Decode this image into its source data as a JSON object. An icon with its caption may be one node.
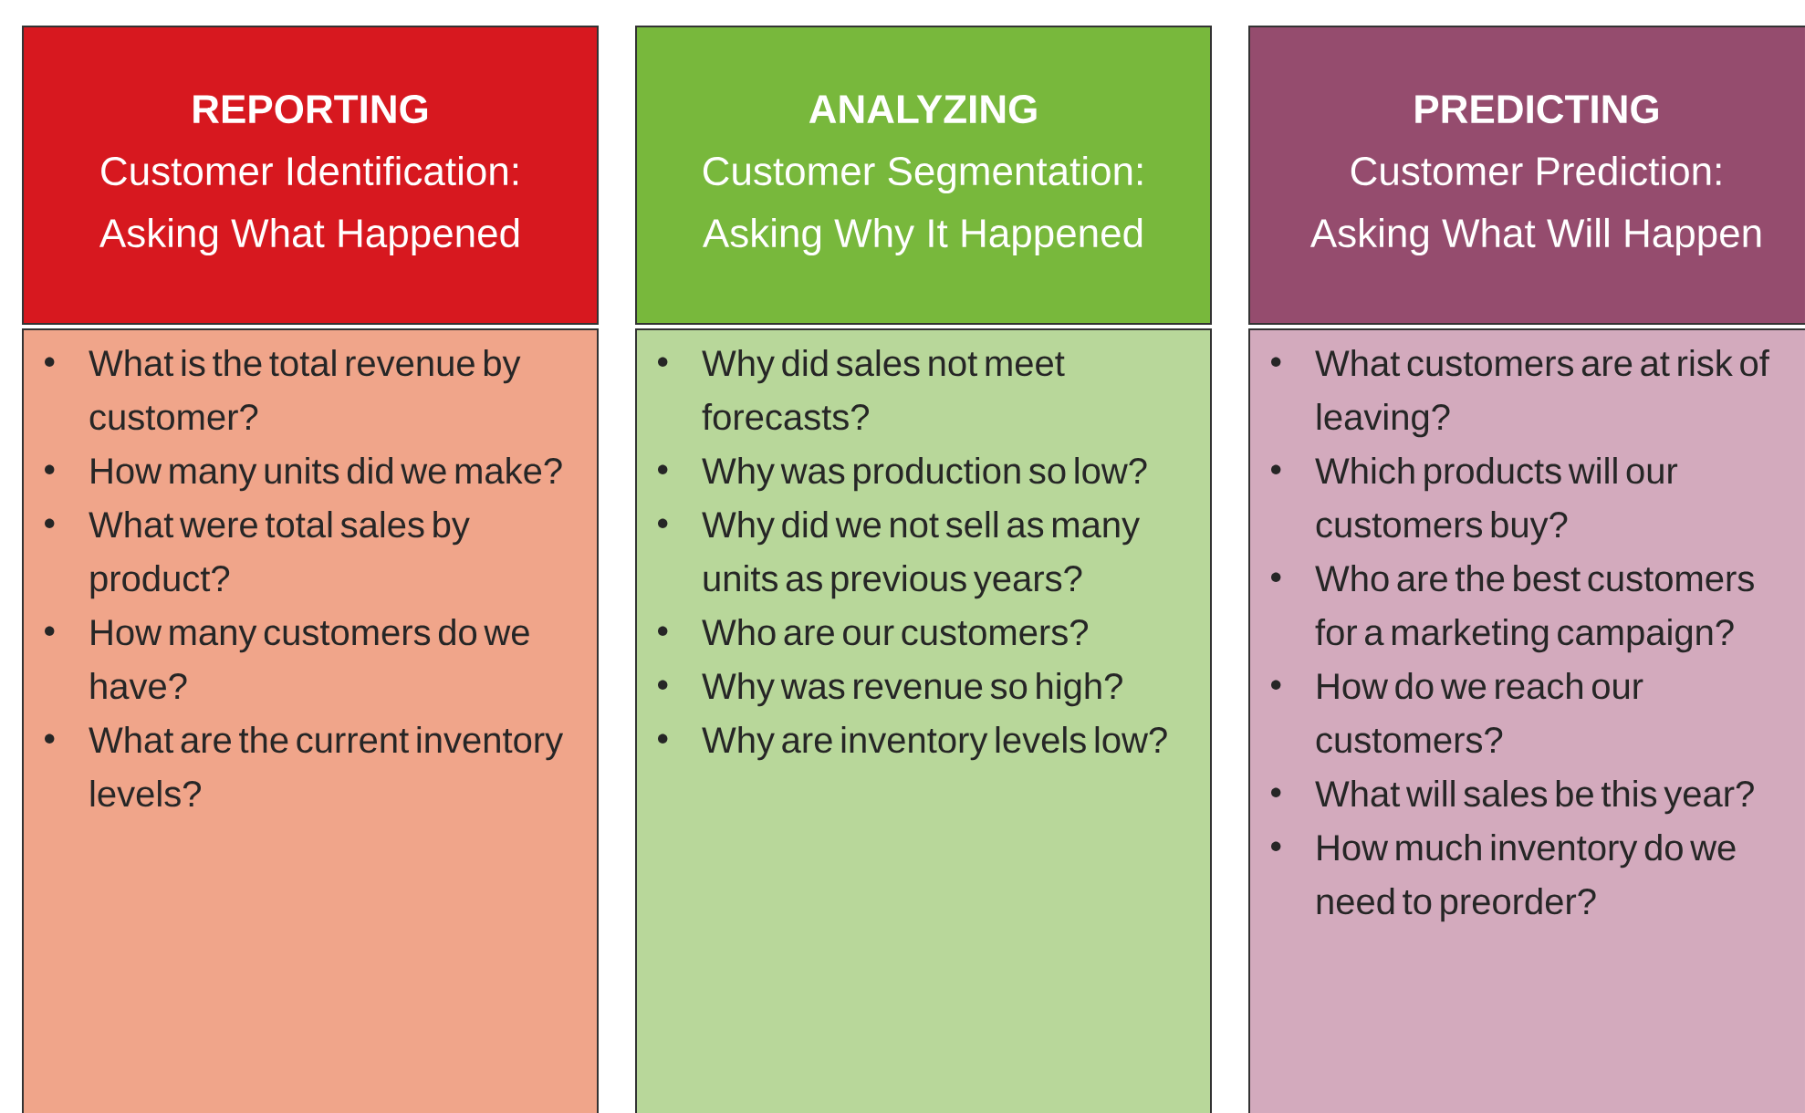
{
  "diagram": {
    "nodes": [
      {
        "text": [
          "REPORTING",
          "Customer Identification: Asking What Happened"
        ]
      },
      {
        "text": [
          "What is the total revenue by customer?",
          "How many units did we make?",
          "What were total sales by product?",
          "How many customers do we have?",
          "What are the current inventory levels?"
        ]
      },
      {
        "text": [
          "ANALYZING",
          "Customer Segmentation: Asking Why It Happened"
        ]
      },
      {
        "text": [
          "Why did sales not meet forecasts?",
          "Why was production so low?",
          "Why did we not sell as many units as previous years?",
          "Who are our customers?",
          "Why was revenue so high?",
          "Why are inventory levels low?"
        ]
      },
      {
        "text": [
          "PREDICTING",
          "Customer Prediction: Asking What Will Happen"
        ]
      },
      {
        "text": [
          "What customers are at risk of leaving?",
          "Which products will our customers buy?",
          "Who are the best customers for a marketing campaign?",
          "How do we reach our customers?",
          "What will sales be this year?",
          "How much inventory do we need to preorder?"
        ]
      }
    ]
  }
}
